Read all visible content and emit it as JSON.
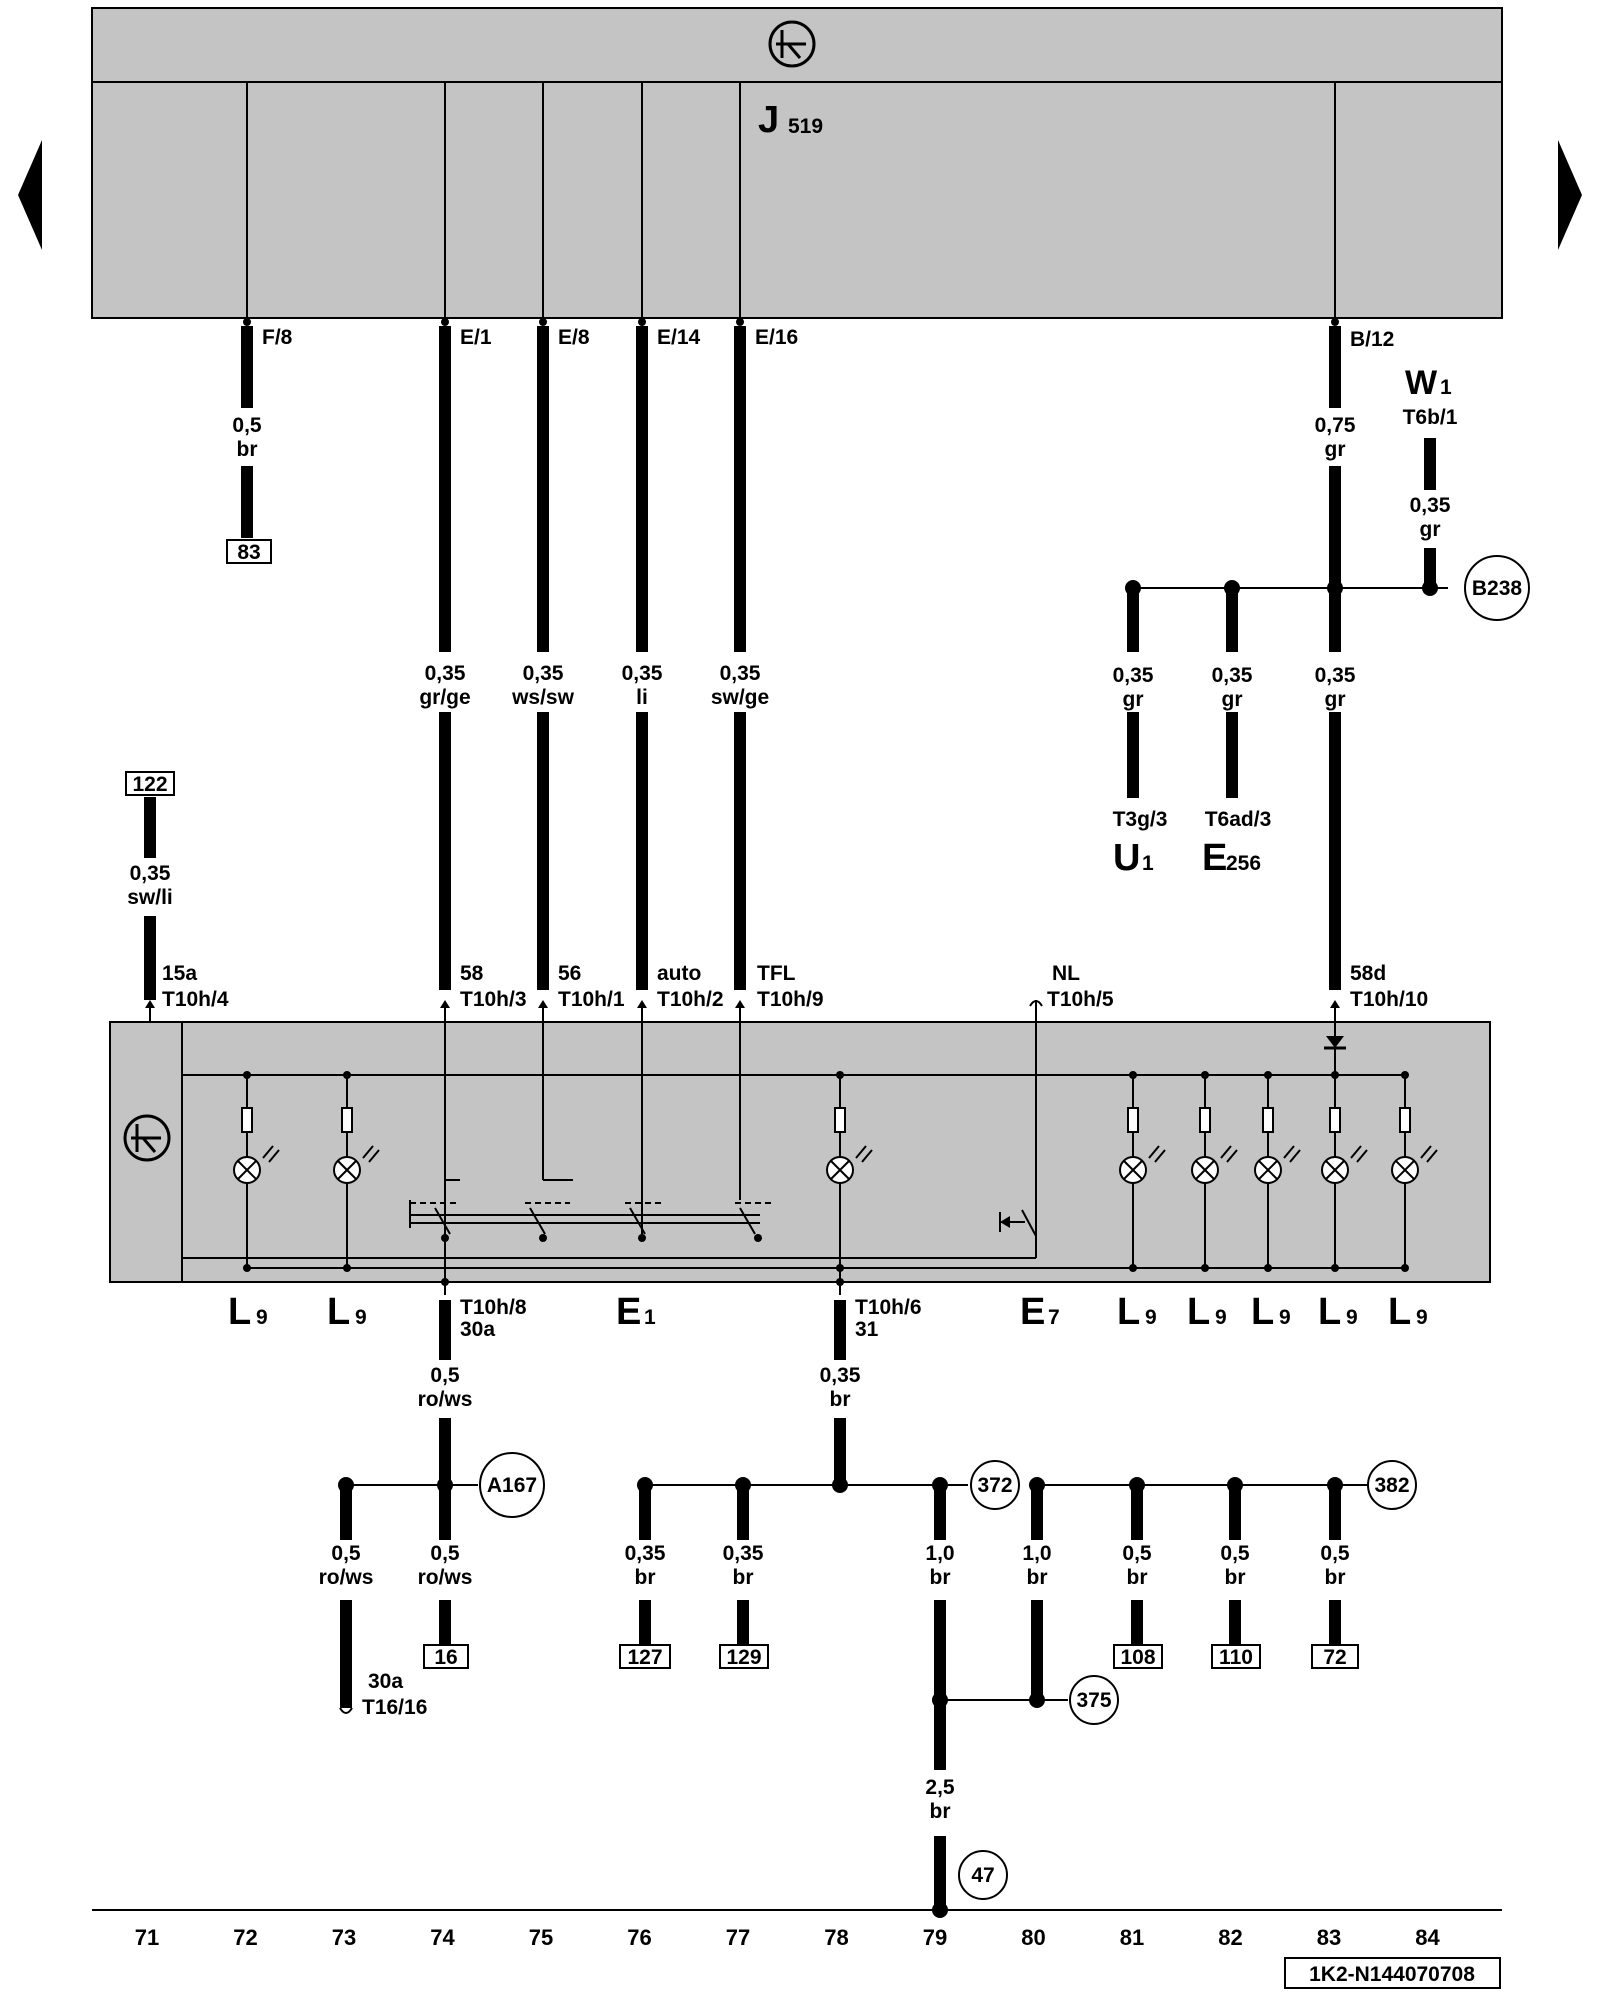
{
  "nav": {
    "prev_icon": "triangle-left-icon",
    "next_icon": "triangle-right-icon"
  },
  "top_unit": {
    "name": "J",
    "sub": "519",
    "icon": "control-unit-symbol-icon"
  },
  "top_pins": [
    "F/8",
    "E/1",
    "E/8",
    "E/14",
    "E/16",
    "B/12"
  ],
  "top_wires": [
    {
      "size": "0,5",
      "color": "br"
    },
    {
      "size": "0,35",
      "color": "gr/ge"
    },
    {
      "size": "0,35",
      "color": "ws/sw"
    },
    {
      "size": "0,35",
      "color": "li"
    },
    {
      "size": "0,35",
      "color": "sw/ge"
    },
    {
      "size": "0,75",
      "color": "gr"
    }
  ],
  "refs": {
    "r83_top": "83",
    "r122": "122",
    "r16": "16",
    "r127": "127",
    "r129": "129",
    "r108": "108",
    "r110": "110",
    "r72": "72"
  },
  "circles": {
    "b238": "B238",
    "a167": "A167",
    "c372": "372",
    "c382": "382",
    "c375": "375",
    "c47": "47"
  },
  "w1": {
    "name": "W",
    "sub": "1",
    "pin": "T6b/1",
    "wire_size": "0,35",
    "wire_color": "gr"
  },
  "gr_branches": [
    {
      "size": "0,35",
      "color": "gr",
      "pin": "T3g/3",
      "comp": "U",
      "sub": "1"
    },
    {
      "size": "0,35",
      "color": "gr",
      "pin": "T6ad/3",
      "comp": "E",
      "sub": "256"
    },
    {
      "size": "0,35",
      "color": "gr"
    }
  ],
  "left_feed": {
    "size": "0,35",
    "color": "sw/li",
    "terminal": "15a",
    "pin": "T10h/4"
  },
  "switch_pins": [
    {
      "terminal": "58",
      "pin": "T10h/3"
    },
    {
      "terminal": "56",
      "pin": "T10h/1"
    },
    {
      "terminal": "auto",
      "pin": "T10h/2"
    },
    {
      "terminal": "TFL",
      "pin": "T10h/9"
    },
    {
      "terminal": "NL",
      "pin": "T10h/5"
    },
    {
      "terminal": "58d",
      "pin": "T10h/10"
    }
  ],
  "bottom_pins": [
    {
      "pin": "T10h/8",
      "terminal": "30a"
    },
    {
      "pin": "T10h/6",
      "terminal": "31"
    }
  ],
  "components": {
    "L": "L",
    "L_sub": "9",
    "E1": "E",
    "E1_sub": "1",
    "E7": "E",
    "E7_sub": "7"
  },
  "wires_bottom": {
    "w74": {
      "size": "0,5",
      "color": "ro/ws"
    },
    "w78": {
      "size": "0,35",
      "color": "br"
    },
    "w73": {
      "size": "0,5",
      "color": "ro/ws"
    },
    "w74b": {
      "size": "0,5",
      "color": "ro/ws"
    },
    "w76": {
      "size": "0,35",
      "color": "br"
    },
    "w77": {
      "size": "0,35",
      "color": "br"
    },
    "w79": {
      "size": "1,0",
      "color": "br"
    },
    "w80": {
      "size": "1,0",
      "color": "br"
    },
    "w81": {
      "size": "0,5",
      "color": "br"
    },
    "w82": {
      "size": "0,5",
      "color": "br"
    },
    "w83": {
      "size": "0,5",
      "color": "br"
    },
    "w79b": {
      "size": "2,5",
      "color": "br"
    }
  },
  "conn_t16": {
    "terminal": "30a",
    "pin": "T16/16"
  },
  "axis": [
    "71",
    "72",
    "73",
    "74",
    "75",
    "76",
    "77",
    "78",
    "79",
    "80",
    "81",
    "82",
    "83",
    "84"
  ],
  "doc_code": "1K2-N144070708"
}
